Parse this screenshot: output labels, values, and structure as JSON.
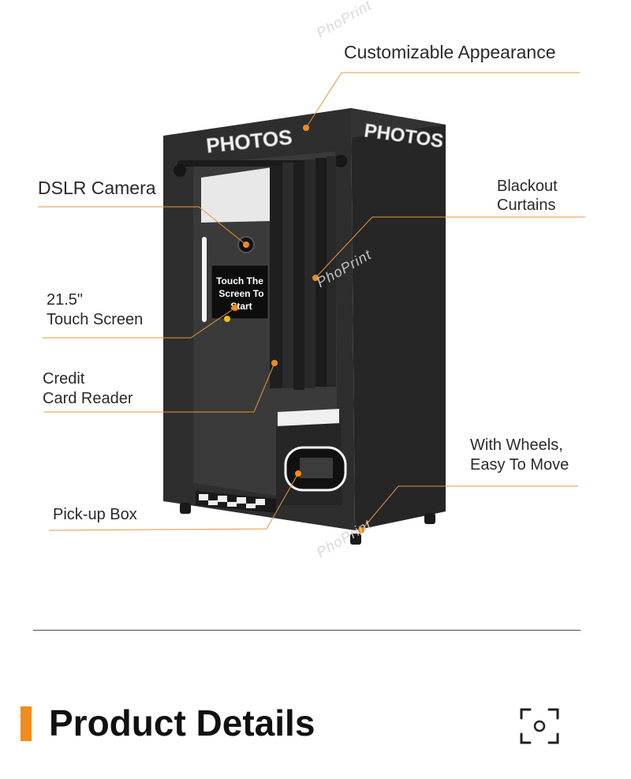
{
  "callouts": {
    "appearance": "Customizable Appearance",
    "camera": "DSLR Camera",
    "curtains": "Blackout\nCurtains",
    "screen": "21.5\"\nTouch Screen",
    "card_reader": "Credit\nCard Reader",
    "pickup": "Pick-up Box",
    "wheels": "With Wheels,\nEasy To Move"
  },
  "booth": {
    "sign_front": "PHOTOS",
    "sign_side": "PHOTOS",
    "screen_line1": "Touch The",
    "screen_line2": "Screen To",
    "screen_line3": "Start"
  },
  "watermark": "PhoPrint",
  "section": {
    "title": "Product Details"
  },
  "colors": {
    "accent": "#f08c1c",
    "booth": "#2b2b2b",
    "booth_side": "#232323",
    "leader": "#e8943a"
  },
  "icons": {
    "scan": "scan-icon"
  }
}
